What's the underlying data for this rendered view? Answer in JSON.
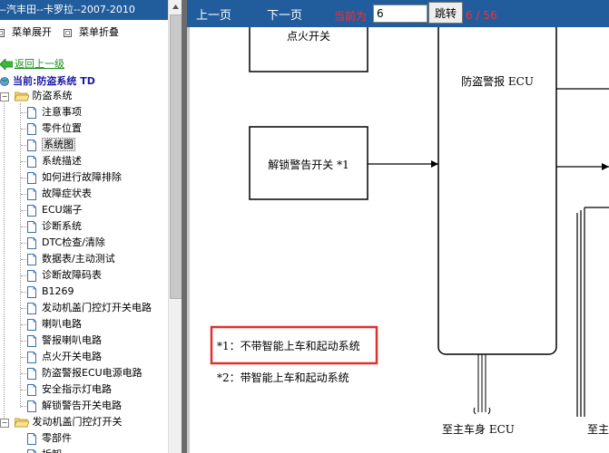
{
  "window": {
    "title": "—汽丰田--卡罗拉--2007-2010"
  },
  "menu": {
    "expand_label": "菜单展开",
    "collapse_label": "菜单折叠"
  },
  "nav": {
    "back_label": "返回上一级",
    "current_label": "当前:防盗系统 TD"
  },
  "tree": {
    "folder1": "防盗系统",
    "items": [
      "注意事项",
      "零件位置",
      "系统图",
      "系统描述",
      "如何进行故障排除",
      "故障症状表",
      "ECU端子",
      "诊断系统",
      "DTC检查/清除",
      "数据表/主动测试",
      "诊断故障码表",
      "B1269",
      "发动机盖门控灯开关电路",
      "喇叭电路",
      "警报喇叭电路",
      "点火开关电路",
      "防盗警报ECU电源电路",
      "安全指示灯电路",
      "解锁警告开关电路"
    ],
    "folder2": "发动机盖门控灯开关",
    "folder2_items": [
      "零部件",
      "拆卸"
    ]
  },
  "toolbar": {
    "prev_label": "上一页",
    "next_label": "下一页",
    "current_page_label": "当前为",
    "current_page_value": "6",
    "go_label": "跳转",
    "page_count": "6 / 56"
  },
  "diagram": {
    "ignition_switch": "点火开关",
    "ecu": "防盗警报 ECU",
    "unlock_switch": "解锁警告开关 *1",
    "note1": "*1：不带智能上车和起动系统",
    "note2": "*2：带智能上车和起动系统",
    "to_body_ecu": "至主车身 ECU",
    "to_partial": "至主"
  },
  "colors": {
    "titlebar": "#215d9c",
    "highlight_box": "#e03030",
    "link_green": "#1a8f1a",
    "current_blue": "#1a1aa8",
    "toolbar_red": "#ff2b2b"
  }
}
